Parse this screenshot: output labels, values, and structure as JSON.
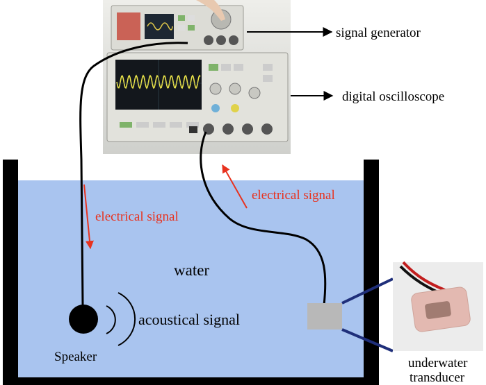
{
  "labels": {
    "signal_generator": "signal generator",
    "digital_oscilloscope": "digital oscilloscope",
    "electrical_signal_left": "electrical signal",
    "electrical_signal_right": "electrical signal",
    "water": "water",
    "acoustical_signal": "acoustical signal",
    "speaker": "Speaker",
    "underwater_transducer_line1": "underwater",
    "underwater_transducer_line2": "transducer"
  },
  "colors": {
    "water": "#a9c4ef",
    "tank_wall": "#000000",
    "signal_arrow": "#e8321e",
    "cable": "#000000",
    "transducer_box": "#b8b8b8",
    "transducer_link": "#1f2f7a",
    "waveform": "#e9e34a"
  }
}
